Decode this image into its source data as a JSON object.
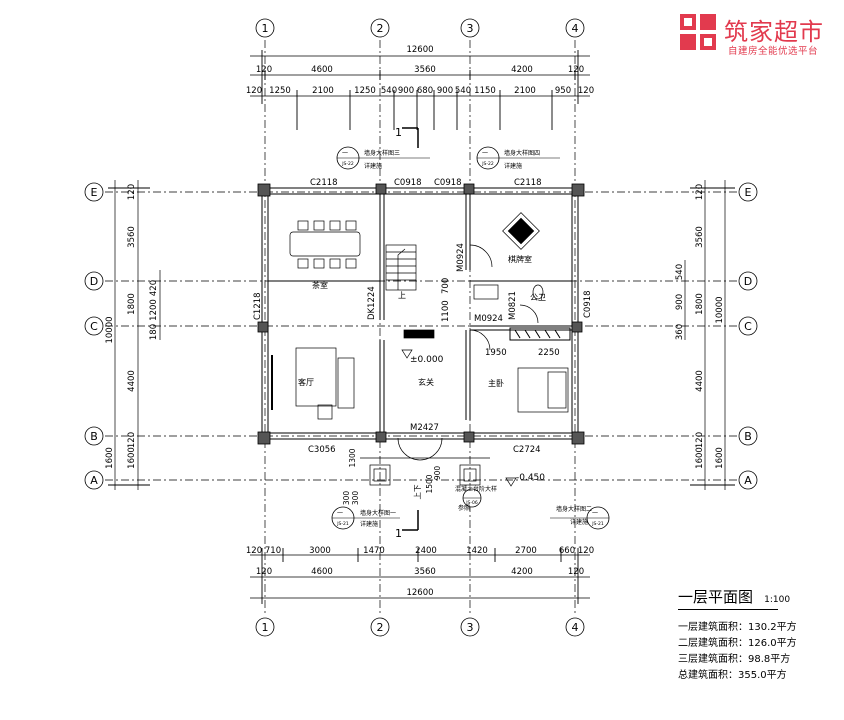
{
  "logo": {
    "title": "筑家超市",
    "slogan": "自建房全能优选平台"
  },
  "plan": {
    "axes_numbers": [
      "1",
      "2",
      "3",
      "4"
    ],
    "axes_letters": [
      "E",
      "D",
      "C",
      "B",
      "A"
    ],
    "total_width": "12600",
    "bay_widths": [
      "4600",
      "3560",
      "4200"
    ],
    "top_detail_dims": [
      "120",
      "1250",
      "2100",
      "1250",
      "540",
      "900",
      "680",
      "900",
      "540",
      "1150",
      "2100",
      "950",
      "120"
    ],
    "top_edge": [
      "120",
      "120"
    ],
    "bottom_detail_dims": [
      "120",
      "710",
      "3000",
      "1470",
      "2400",
      "1420",
      "2700",
      "660",
      "120"
    ],
    "left_depths": [
      "3560",
      "1800",
      "4400",
      "1600"
    ],
    "left_total": "10000",
    "left_small": [
      "120",
      "1200",
      "420",
      "180",
      "120",
      "120"
    ],
    "right_depths": [
      "3560",
      "1800",
      "4400",
      "1600"
    ],
    "right_total": "10000",
    "right_small": [
      "120",
      "540",
      "900",
      "360",
      "120",
      "120"
    ],
    "windows": {
      "C2118a": "C2118",
      "C0918a": "C0918",
      "C0918b": "C0918",
      "C2118b": "C2118",
      "C1218": "C1218",
      "C0918r": "C0918",
      "C3056": "C3056",
      "C2724": "C2724"
    },
    "doors": {
      "M0924a": "M0924",
      "M0924b": "M0924",
      "M0821": "M0821",
      "M2427": "M2427",
      "DK1224": "DK1224",
      "D1100": "1100",
      "D700": "700",
      "D1950": "1950",
      "D2250": "2250"
    },
    "rooms": {
      "tea": "茶室",
      "chess": "棋牌室",
      "living": "客厅",
      "foyer": "玄关",
      "master": "主卧",
      "wc": "公卫",
      "up": "上"
    },
    "levels": {
      "ground": "±0.000",
      "outside": "-0.450"
    },
    "callouts": {
      "c1": "墙身大样图三",
      "c2": "墙身大样图四",
      "c3": "墙身大样图一",
      "c4": "墙身大样图二",
      "c5": "混凝土台阶大样",
      "sub": "详建施",
      "sub2": "参照",
      "dash": "一",
      "ref1": "JS-22",
      "ref2": "JS-22",
      "ref3": "JS-21",
      "ref4": "JS-21",
      "ref5": "JS-06"
    },
    "section_marks": [
      "1",
      "1"
    ],
    "entry_dims": [
      "1300",
      "300",
      "300",
      "1500",
      "900"
    ],
    "entry_label": "上下"
  },
  "legend": {
    "title": "一层平面图",
    "scale": "1:100",
    "lines": [
      "一层建筑面积：130.2平方",
      "二层建筑面积：126.0平方",
      "三层建筑面积：98.8平方",
      "总建筑面积：355.0平方"
    ]
  }
}
